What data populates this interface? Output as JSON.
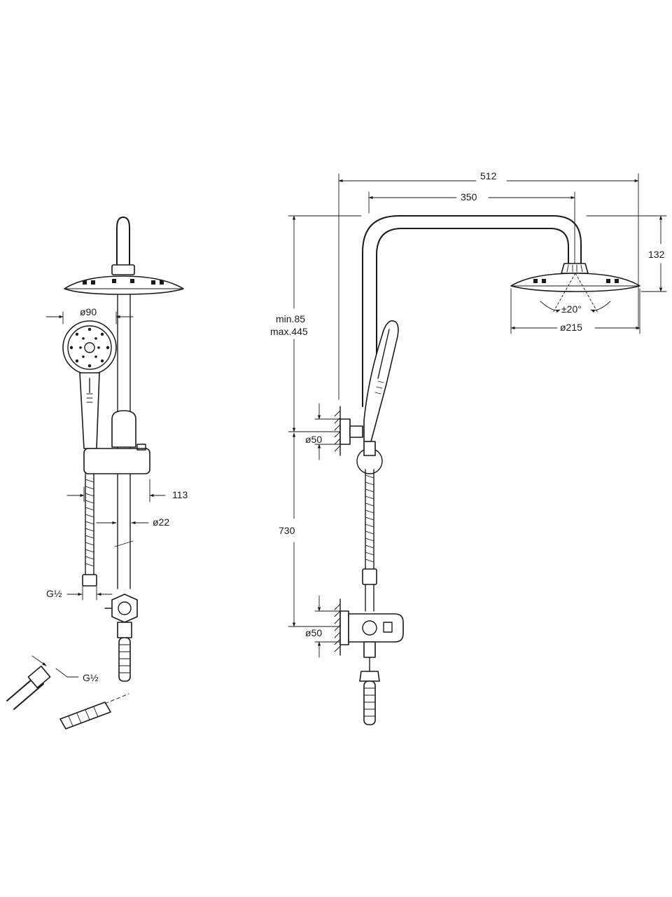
{
  "side_view": {
    "handshower_diameter": "ø90",
    "bracket_projection": "113",
    "pipe_diameter": "ø22",
    "hose_thread": "G½",
    "inlet_thread": "G½"
  },
  "front_view": {
    "overall_width": "512",
    "arm_length": "350",
    "head_height": "132",
    "head_tilt": "±20°",
    "head_diameter": "ø215",
    "arm_adjust_min": "min.85",
    "arm_adjust_max": "max.445",
    "bracket_diameter_top": "ø50",
    "bracket_diameter_bottom": "ø50",
    "connection_distance": "730"
  }
}
